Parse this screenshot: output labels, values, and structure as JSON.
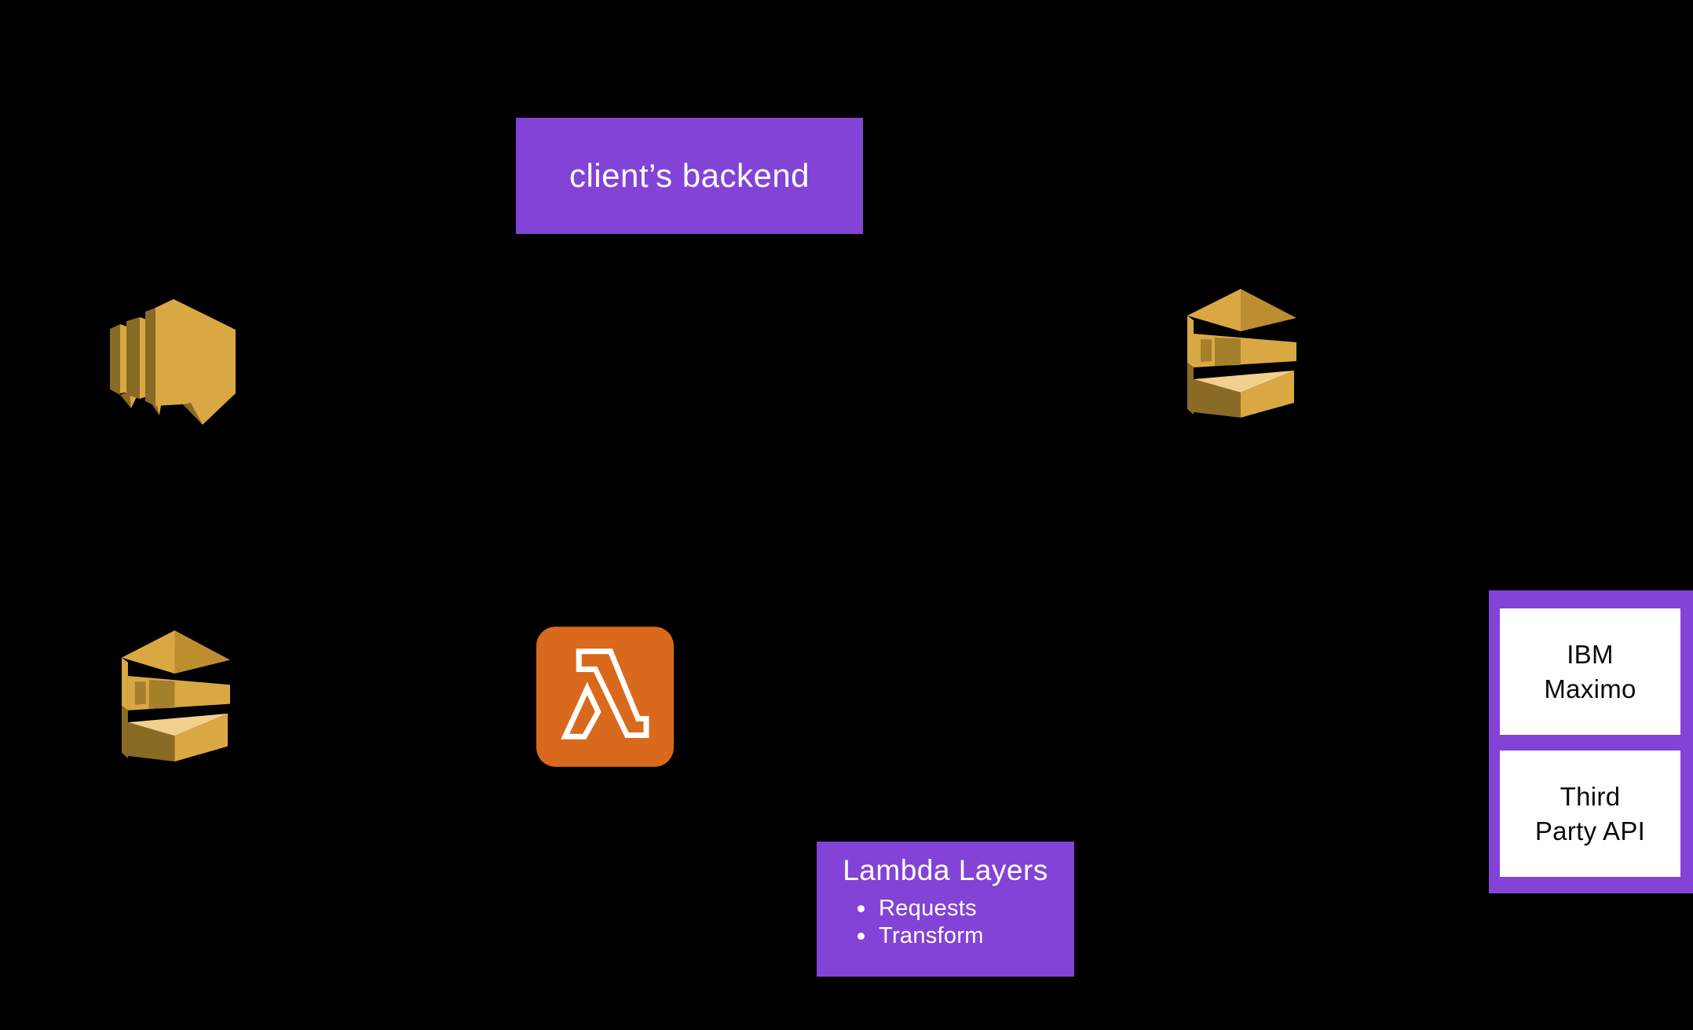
{
  "diagram": {
    "client_backend": {
      "label": "client’s backend"
    },
    "lambda_layers": {
      "title": "Lambda Layers",
      "items": [
        "Requests",
        "Transform"
      ]
    },
    "external_systems": {
      "ibm_maximo": {
        "lines": [
          "IBM",
          "Maximo"
        ]
      },
      "third_party_api": {
        "lines": [
          "Third",
          "Party API"
        ]
      }
    },
    "icons": {
      "top_left": "aws-sns-icon",
      "top_right": "aws-sqs-queue-icon",
      "bottom_left": "aws-sqs-queue-icon",
      "center": "aws-lambda-icon"
    },
    "colors": {
      "background": "#000000",
      "purple": "#8343D6",
      "lambda_orange": "#D9691C",
      "aws_gold": "#D9A843",
      "aws_gold_dark": "#8A6B25",
      "aws_gold_shadow": "#BC8E2F",
      "aws_gold_light": "#F2CF8D",
      "message_block": "#A5802B",
      "text_light": "#FFFFFF",
      "text_dark": "#0B0B0B"
    }
  }
}
